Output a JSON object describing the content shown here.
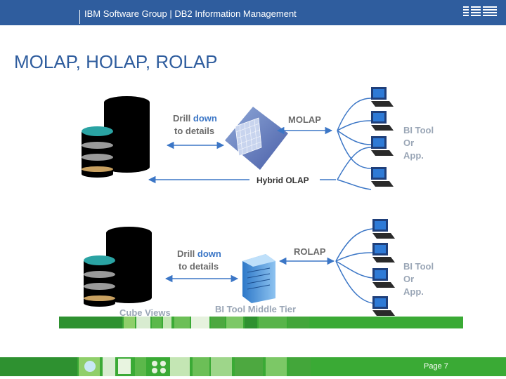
{
  "header": {
    "group_text": "IBM Software Group  |  DB2 Information Management",
    "logo_text": "IBM"
  },
  "title": "MOLAP, HOLAP, ROLAP",
  "top_diagram": {
    "drill_down_word": "Drill",
    "drill_down_emph": "down",
    "to_details": "to details",
    "molap": "MOLAP",
    "hybrid": "Hybrid OLAP",
    "bi_tool": "BI Tool",
    "or": "Or",
    "app": "App."
  },
  "bottom_diagram": {
    "drill_down_word": "Drill",
    "drill_down_emph": "down",
    "to_details": "to details",
    "rolap": "ROLAP",
    "cube_views": "Cube Views",
    "middle_tier": "BI Tool Middle Tier",
    "bi_tool": "BI Tool",
    "or": "Or",
    "app": "App."
  },
  "footer": {
    "page": "Page 7"
  },
  "colors": {
    "ibm_blue": "#2f5d9e",
    "green_band": "#3aaa35"
  }
}
